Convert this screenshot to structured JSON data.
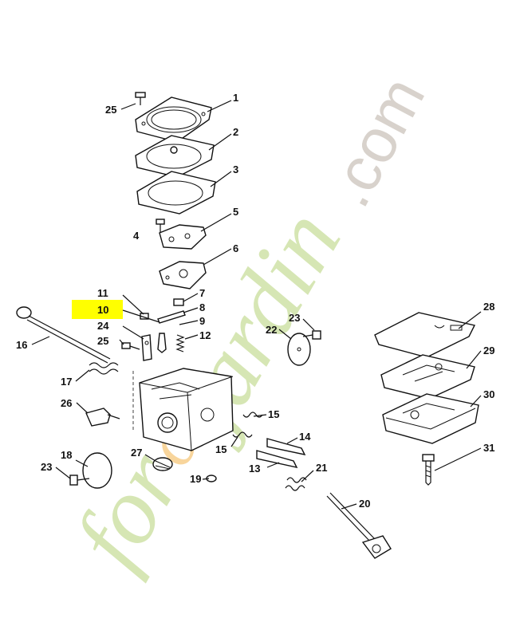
{
  "watermark": {
    "text_orange": "o",
    "color_green": "#d6e6b4",
    "color_orange": "#f2b24a",
    "color_gray": "#d8d2cc",
    "text_main_left": "for",
    "text_main_right": "jardin",
    "text_dot_com": ".com"
  },
  "highlight": {
    "color": "#ffff00",
    "label_ref": "10"
  },
  "callouts": [
    {
      "id": "1",
      "text": "1"
    },
    {
      "id": "2",
      "text": "2"
    },
    {
      "id": "3",
      "text": "3"
    },
    {
      "id": "4",
      "text": "4"
    },
    {
      "id": "5",
      "text": "5"
    },
    {
      "id": "6",
      "text": "6"
    },
    {
      "id": "7",
      "text": "7"
    },
    {
      "id": "8",
      "text": "8"
    },
    {
      "id": "9",
      "text": "9"
    },
    {
      "id": "10",
      "text": "10"
    },
    {
      "id": "11",
      "text": "11"
    },
    {
      "id": "12",
      "text": "12"
    },
    {
      "id": "13",
      "text": "13"
    },
    {
      "id": "14",
      "text": "14"
    },
    {
      "id": "15a",
      "text": "15"
    },
    {
      "id": "15b",
      "text": "15"
    },
    {
      "id": "16",
      "text": "16"
    },
    {
      "id": "17",
      "text": "17"
    },
    {
      "id": "18",
      "text": "18"
    },
    {
      "id": "19",
      "text": "19"
    },
    {
      "id": "20",
      "text": "20"
    },
    {
      "id": "21",
      "text": "21"
    },
    {
      "id": "22",
      "text": "22"
    },
    {
      "id": "23a",
      "text": "23"
    },
    {
      "id": "23b",
      "text": "23"
    },
    {
      "id": "24",
      "text": "24"
    },
    {
      "id": "25a",
      "text": "25"
    },
    {
      "id": "25b",
      "text": "25"
    },
    {
      "id": "26",
      "text": "26"
    },
    {
      "id": "27",
      "text": "27"
    },
    {
      "id": "28",
      "text": "28"
    },
    {
      "id": "29",
      "text": "29"
    },
    {
      "id": "30",
      "text": "30"
    },
    {
      "id": "31",
      "text": "31"
    }
  ]
}
